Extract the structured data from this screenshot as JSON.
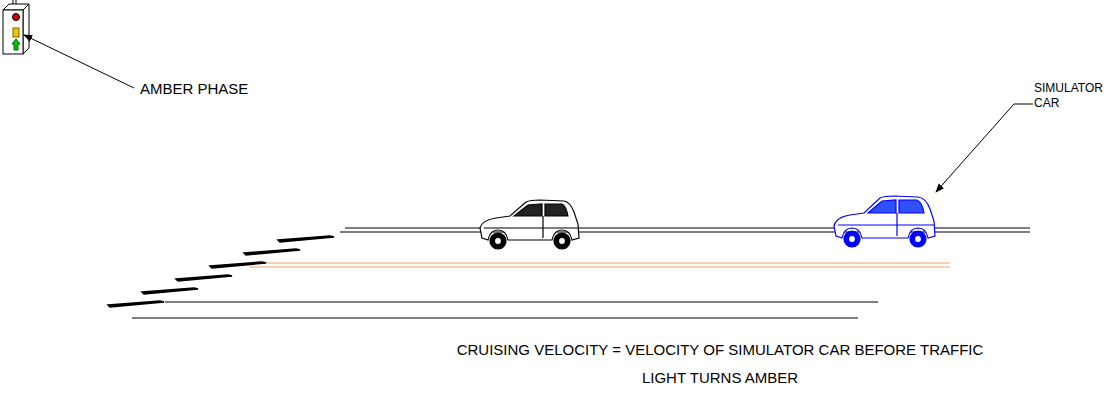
{
  "diagram": {
    "caption": "CRUISING VELOCITY = VELOCITY OF SIMULATOR CAR BEFORE TRAFFIC LIGHT TURNS AMBER",
    "labels": [
      "AMBER PHASE",
      "SIMULATOR CAR"
    ]
  }
}
